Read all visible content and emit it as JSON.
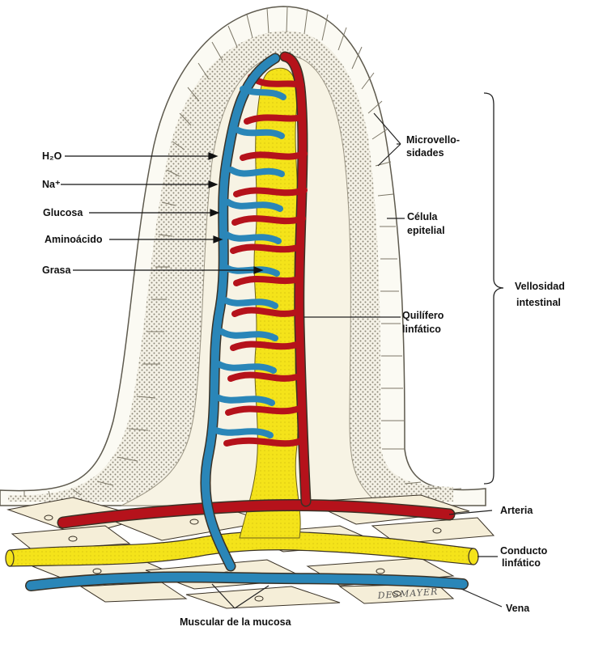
{
  "colors": {
    "blood_red": "#b5121b",
    "vein_blue": "#2a86b8",
    "lymph_yellow": "#f4e31a",
    "epithelium_outline": "#6f6a5c",
    "connective_cream": "#f5eed8",
    "outline": "#3a3226"
  },
  "left_labels": {
    "water": "H₂O",
    "sodium": "Na⁺",
    "glucose": "Glucosa",
    "amino_acid": "Aminoácido",
    "fat": "Grasa"
  },
  "right_labels": {
    "microvilli_line1": "Microvello-",
    "microvilli_line2": "sidades",
    "epithelial_line1": "Célula",
    "epithelial_line2": "epitelial",
    "villus_line1": "Vellosidad",
    "villus_line2": "intestinal",
    "lacteal_line1": "Quilífero",
    "lacteal_line2": "linfático",
    "artery": "Arteria",
    "lymph_duct_line1": "Conducto",
    "lymph_duct_line2": "linfático",
    "vein": "Vena"
  },
  "bottom_labels": {
    "muscularis_mucosae": "Muscular de la mucosa"
  },
  "signature": "DESMAYER"
}
